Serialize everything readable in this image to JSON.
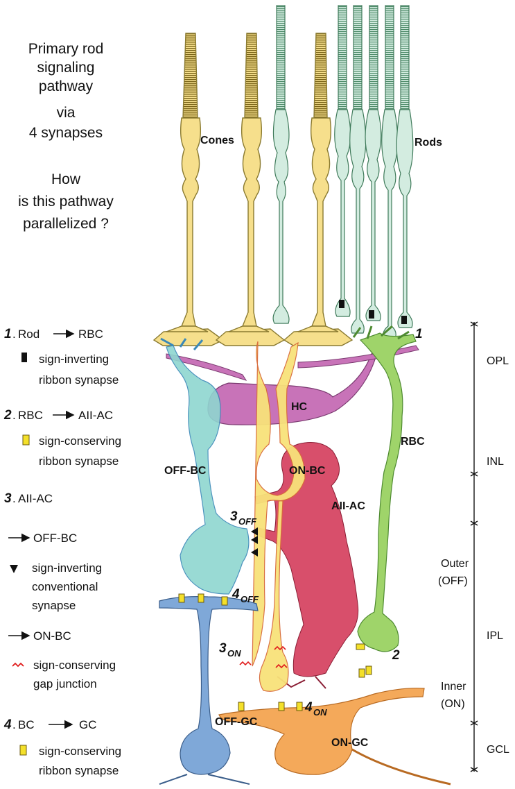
{
  "intro": {
    "lines": [
      "Primary rod",
      "signaling",
      "pathway",
      "via",
      "4 synapses"
    ],
    "question": [
      "How",
      "is this pathway",
      "parallelized ?"
    ]
  },
  "legend": {
    "step1": {
      "num": "1",
      "title": "Rod",
      "target": "RBC",
      "desc": [
        "sign-inverting",
        "ribbon synapse"
      ]
    },
    "step2": {
      "num": "2",
      "title": "RBC",
      "target": "AII-AC",
      "desc": [
        "sign-conserving",
        "ribbon synapse"
      ]
    },
    "step3": {
      "num": "3",
      "title": "AII-AC",
      "targetA": "OFF-BC",
      "descA": [
        "sign-inverting",
        "conventional",
        "synapse"
      ],
      "targetB": "ON-BC",
      "descB": [
        "sign-conserving",
        "gap junction"
      ]
    },
    "step4": {
      "num": "4",
      "title": "BC",
      "target": "GC",
      "desc": [
        "sign-conserving",
        "ribbon synapse"
      ]
    }
  },
  "cells": {
    "cones": "Cones",
    "rods": "Rods",
    "hc": "HC",
    "rbc": "RBC",
    "on_bc": "ON-BC",
    "off_bc": "OFF-BC",
    "aii_ac": "AII-AC",
    "off_gc": "OFF-GC",
    "on_gc": "ON-GC"
  },
  "synapse_labels": {
    "s1": "1",
    "s2": "2",
    "s3off": "3",
    "s3off_sub": "OFF",
    "s4off": "4",
    "s4off_sub": "OFF",
    "s3on": "3",
    "s3on_sub": "ON",
    "s4on": "4",
    "s4on_sub": "ON"
  },
  "layers": {
    "opl": "OPL",
    "inl": "INL",
    "outer": "Outer",
    "outer_sub": "(OFF)",
    "ipl": "IPL",
    "inner": "Inner",
    "inner_sub": "(ON)",
    "gcl": "GCL"
  },
  "colors": {
    "cone": "#f6df8c",
    "cone_stroke": "#8a7a30",
    "rod": "#d3ece0",
    "rod_stroke": "#3f7a5a",
    "rbc": "#9fd46a",
    "off_bc": "#8fd6d0",
    "hc": "#c873b8",
    "on_bc": "#f8e27a",
    "aii_ac": "#d84f6b",
    "off_gc": "#7fa8d8",
    "on_gc": "#f4a95a",
    "ribbon_yellow": "#f4e02a",
    "gap_red": "#e01c1c"
  }
}
